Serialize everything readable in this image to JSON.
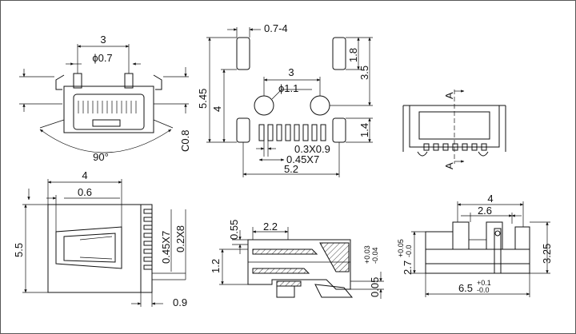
{
  "top_left_view": {
    "dim_width": "3",
    "dim_hole": "ϕ0.7",
    "dim_chamfer": "C0.8",
    "dim_angle": "90°"
  },
  "top_middle_view": {
    "dim_tab_width": "0.7-4",
    "dim_total_height": "5.45",
    "dim_height": "4",
    "dim_hole_spacing": "3",
    "dim_hole": "ϕ1.1",
    "dim_tab_top": "1.8",
    "dim_tab_to_hole": "3.5",
    "dim_tab_bottom": "1.4",
    "dim_pitch": "0.3X0.9",
    "dim_pin_pitch": "0.45X7",
    "dim_pad_width": "5.2"
  },
  "top_right_view": {
    "section_label_top": "A",
    "section_label_bottom": "A"
  },
  "bottom_left_view": {
    "dim_length": "4",
    "dim_offset": "0.6",
    "dim_height": "5.5",
    "dim_pin_pitch": "0.45X7",
    "dim_pin_width": "0.2X8",
    "dim_pin_length": "0.9"
  },
  "bottom_middle_view": {
    "dim_length": "2.2",
    "dim_thickness": "0.55",
    "dim_height": "1.2",
    "dim_tol_value": "0.05",
    "dim_tol_plus": "+0.03",
    "dim_tol_minus": "-0.04"
  },
  "bottom_right_view": {
    "dim_width": "4",
    "dim_inner": "2.6",
    "dim_height_value": "2.7",
    "dim_height_plus": "+0.05",
    "dim_height_minus": "-0.0",
    "dim_total_height": "3.25",
    "dim_total_width_value": "6.5",
    "dim_total_width_plus": "+0.1",
    "dim_total_width_minus": "-0.0"
  }
}
